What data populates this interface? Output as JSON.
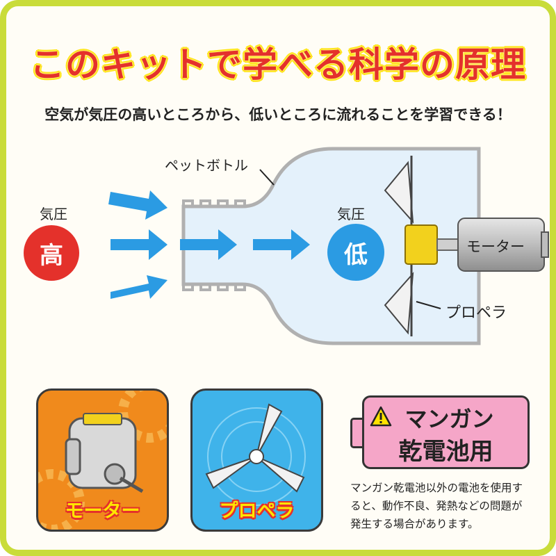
{
  "title": "このキットで学べる科学の原理",
  "subtitle": "空気が気圧の高いところから、低いところに流れることを学習できる！",
  "diagram": {
    "bottle_label": "ペットボトル",
    "left_pressure_label": "気圧",
    "left_pressure_value": "高",
    "right_pressure_label": "気圧",
    "right_pressure_value": "低",
    "motor_label": "モーター",
    "propeller_label": "プロペラ"
  },
  "panels": {
    "motor": {
      "label": "モーター"
    },
    "propeller": {
      "label": "プロペラ"
    }
  },
  "battery": {
    "line1": "マンガン",
    "line2": "乾電池用",
    "warning": "マンガン乾電池以外の電池を使用すると、動作不良、発熱などの問題が発生する場合があります。"
  },
  "colors": {
    "frame": "#c9dc3a",
    "title_red": "#e4312b",
    "title_yellow": "#ffe200",
    "arrow_blue": "#2b9be3",
    "high_red": "#e4312b",
    "low_blue": "#2b9be3",
    "motor_panel": "#f08a1c",
    "propeller_panel": "#3fb3ea",
    "battery_pink": "#f5a6c8"
  }
}
